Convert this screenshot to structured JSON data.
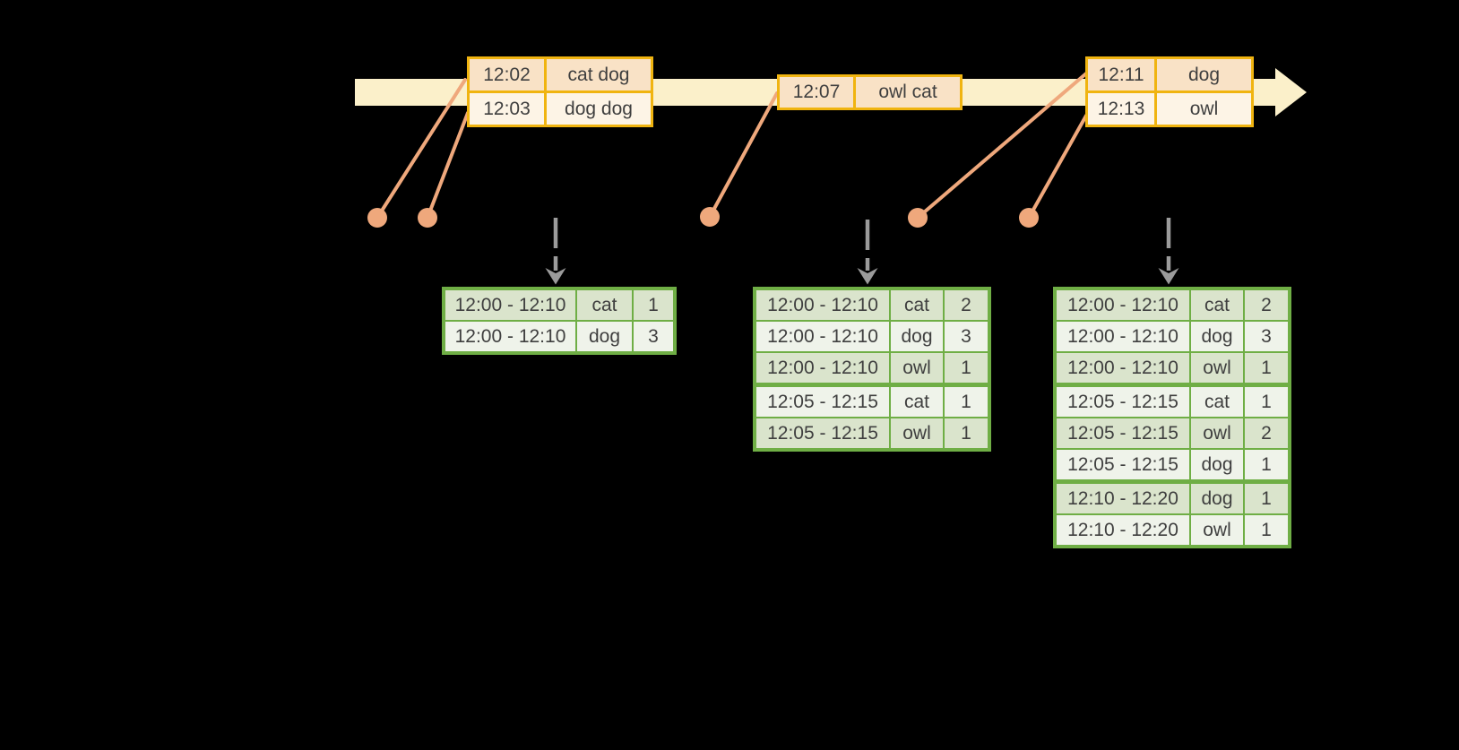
{
  "colors": {
    "background": "#000000",
    "timeline_band": "#FBF0CA",
    "event_border": "#F0B410",
    "event_row_dark": "#F9E2C6",
    "event_row_light": "#FDF4E6",
    "connector_salmon": "#EFA87C",
    "trigger_arrow_gray": "#9B9B9B",
    "table_border_green": "#6FAE45",
    "table_row_dark": "#DAE4CC",
    "table_row_light": "#EFF3EA",
    "text": "#3F3F3F"
  },
  "icons": {
    "timeline_arrow": "right-arrow-band",
    "event_dot": "filled-circle",
    "trigger_arrow": "dashed-down-arrow"
  },
  "event_boxes": [
    {
      "rows": [
        {
          "time": "12:02",
          "words": "cat dog"
        },
        {
          "time": "12:03",
          "words": "dog dog"
        }
      ]
    },
    {
      "rows": [
        {
          "time": "12:07",
          "words": "owl cat"
        }
      ]
    },
    {
      "rows": [
        {
          "time": "12:11",
          "words": "dog"
        },
        {
          "time": "12:13",
          "words": "owl"
        }
      ]
    }
  ],
  "result_tables": [
    {
      "rows": [
        {
          "window": "12:00 - 12:10",
          "word": "cat",
          "count": "1"
        },
        {
          "window": "12:00 - 12:10",
          "word": "dog",
          "count": "3"
        }
      ]
    },
    {
      "rows": [
        {
          "window": "12:00 - 12:10",
          "word": "cat",
          "count": "2"
        },
        {
          "window": "12:00 - 12:10",
          "word": "dog",
          "count": "3"
        },
        {
          "window": "12:00 - 12:10",
          "word": "owl",
          "count": "1"
        },
        {
          "window": "12:05 - 12:15",
          "word": "cat",
          "count": "1"
        },
        {
          "window": "12:05 - 12:15",
          "word": "owl",
          "count": "1"
        }
      ]
    },
    {
      "rows": [
        {
          "window": "12:00 - 12:10",
          "word": "cat",
          "count": "2"
        },
        {
          "window": "12:00 - 12:10",
          "word": "dog",
          "count": "3"
        },
        {
          "window": "12:00 - 12:10",
          "word": "owl",
          "count": "1"
        },
        {
          "window": "12:05 - 12:15",
          "word": "cat",
          "count": "1"
        },
        {
          "window": "12:05 - 12:15",
          "word": "owl",
          "count": "2"
        },
        {
          "window": "12:05 - 12:15",
          "word": "dog",
          "count": "1"
        },
        {
          "window": "12:10 - 12:20",
          "word": "dog",
          "count": "1"
        },
        {
          "window": "12:10 - 12:20",
          "word": "owl",
          "count": "1"
        }
      ]
    }
  ]
}
